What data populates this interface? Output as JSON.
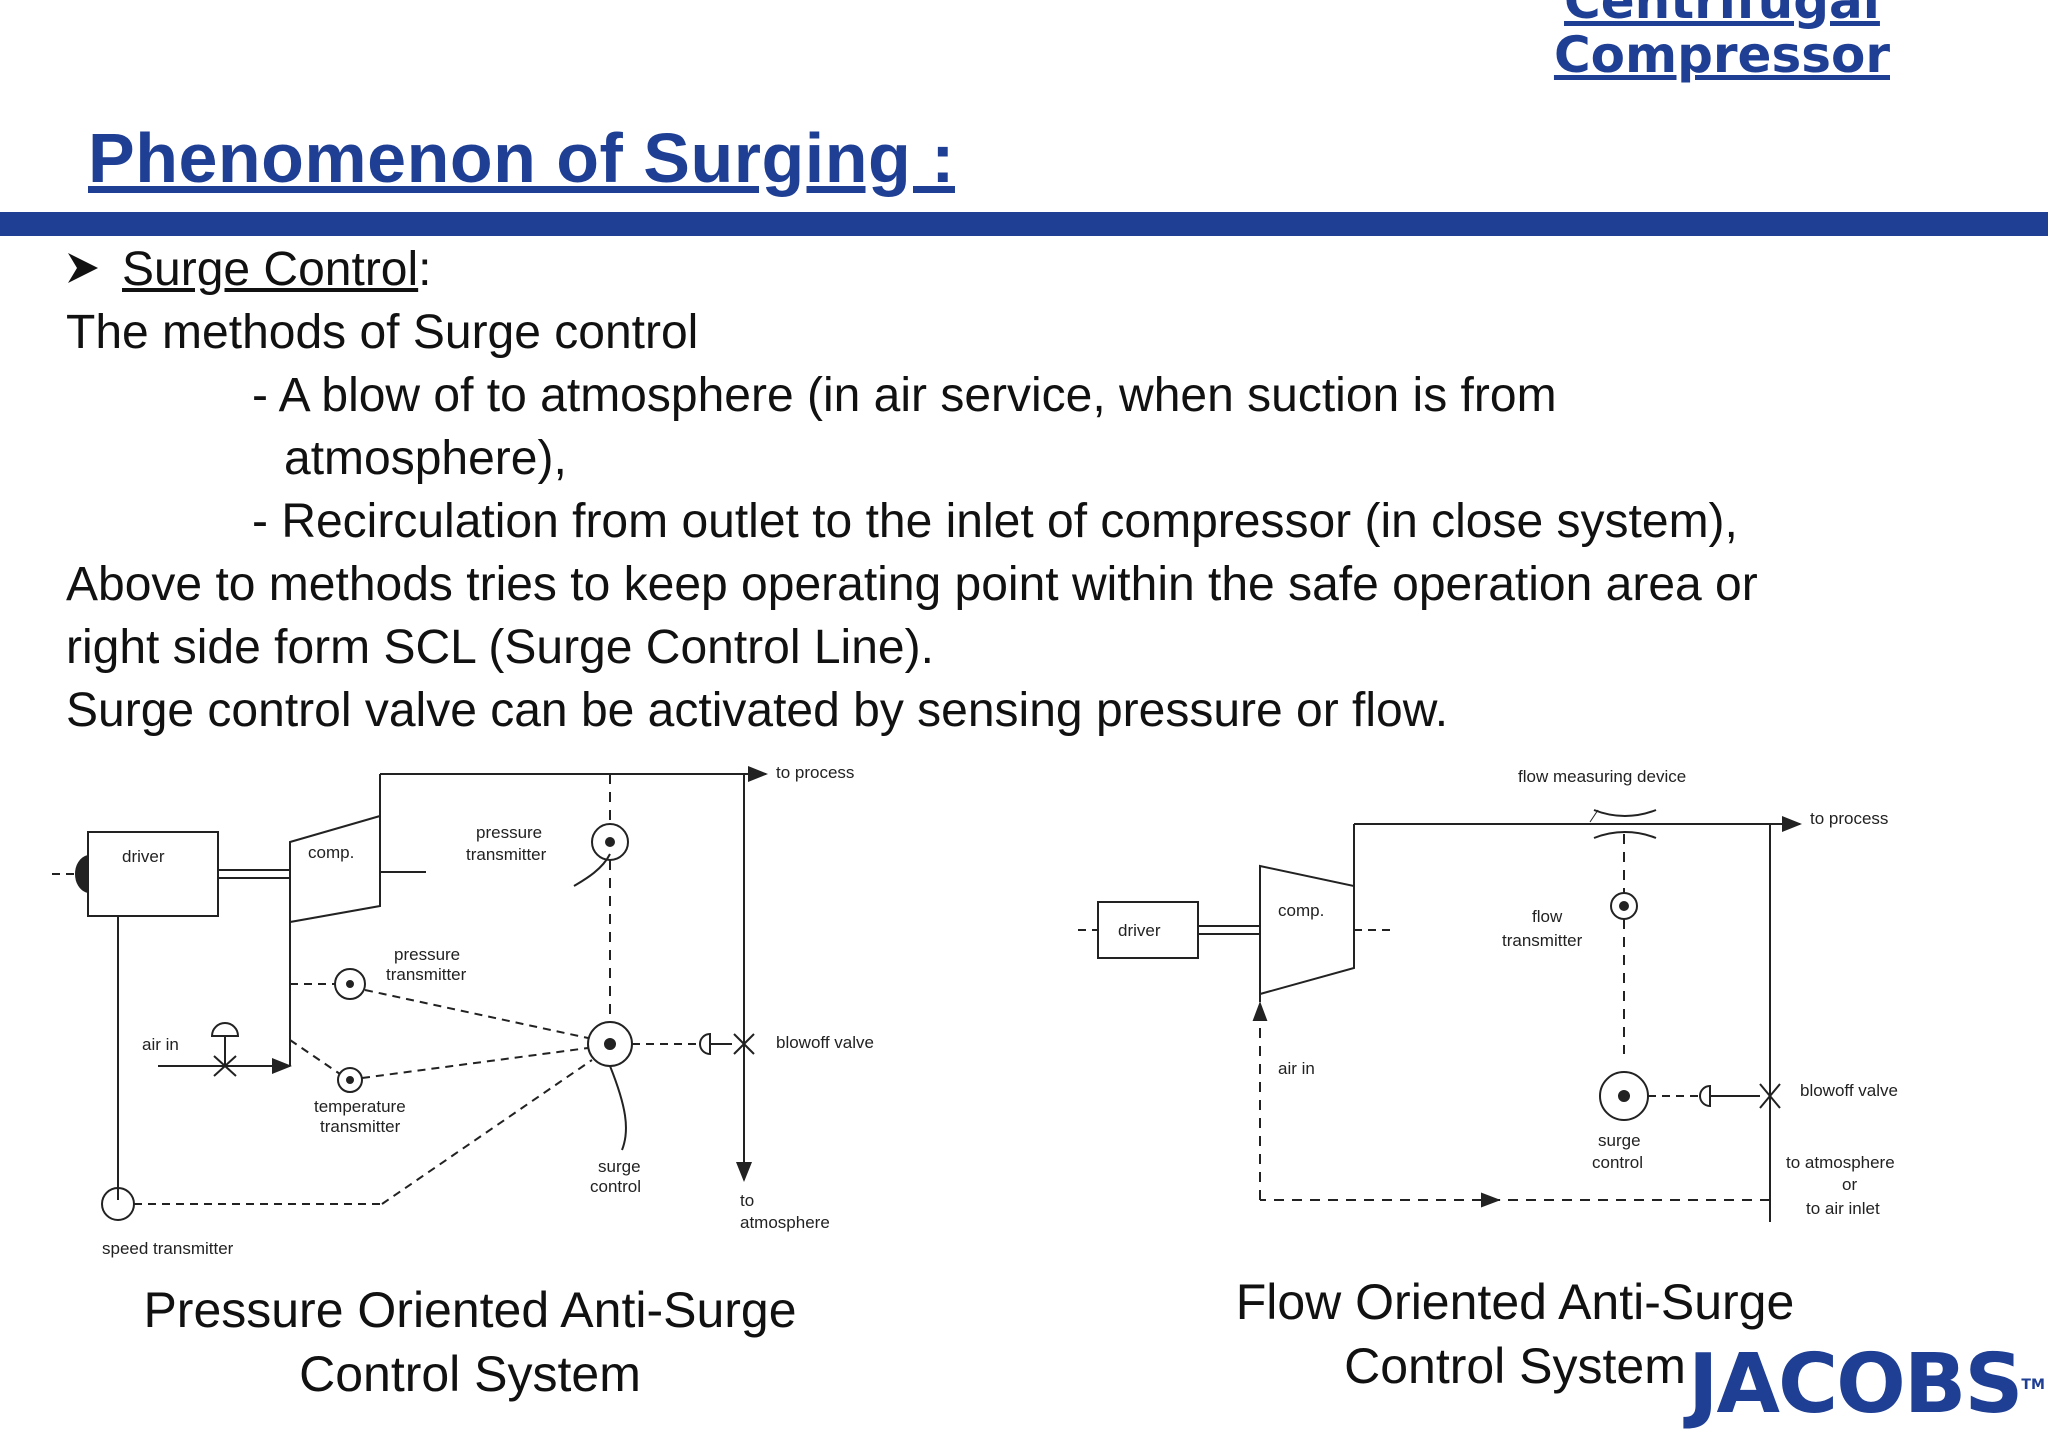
{
  "header": {
    "corner_title_line1": "Centrifugal",
    "corner_title_line2": "Compressor",
    "title": "Phenomenon of Surging :"
  },
  "body": {
    "bullet_label": "Surge Control",
    "bullet_suffix": ":",
    "intro": "The methods of Surge control",
    "method1_line1": "- A blow of to atmosphere (in air service, when suction is from",
    "method1_line2": "atmosphere),",
    "method2": "- Recirculation from outlet to the inlet of compressor (in close system),",
    "para1_line1": "Above to methods tries to keep operating point within the safe operation area or",
    "para1_line2": "right side form SCL (Surge Control Line).",
    "para2": "Surge control valve can be activated by sensing pressure or flow."
  },
  "diagram_left": {
    "to_process": "to process",
    "driver": "driver",
    "comp": "comp.",
    "pressure_transmitter_top_1": "pressure",
    "pressure_transmitter_top_2": "transmitter",
    "pressure_transmitter_mid_1": "pressure",
    "pressure_transmitter_mid_2": "transmitter",
    "air_in": "air in",
    "blowoff_valve": "blowoff valve",
    "temperature_transmitter_1": "temperature",
    "temperature_transmitter_2": "transmitter",
    "surge_control_1": "surge",
    "surge_control_2": "control",
    "to_atmosphere_1": "to",
    "to_atmosphere_2": "atmosphere",
    "speed_transmitter": "speed transmitter",
    "caption_line1": "Pressure Oriented Anti-Surge",
    "caption_line2": "Control System"
  },
  "diagram_right": {
    "flow_measuring_device": "flow measuring device",
    "to_process": "to process",
    "driver": "driver",
    "comp": "comp.",
    "flow_transmitter_1": "flow",
    "flow_transmitter_2": "transmitter",
    "air_in": "air in",
    "blowoff_valve": "blowoff valve",
    "surge_control_1": "surge",
    "surge_control_2": "control",
    "to_atmosphere_1": "to atmosphere",
    "to_atmosphere_2": "or",
    "to_atmosphere_3": "to air inlet",
    "caption_line1": "Flow Oriented Anti-Surge",
    "caption_line2": "Control System"
  },
  "logo": {
    "text": "JACOBS",
    "trademark": "TM"
  },
  "colors": {
    "brand_blue": "#1f3f95",
    "text": "#111111"
  }
}
